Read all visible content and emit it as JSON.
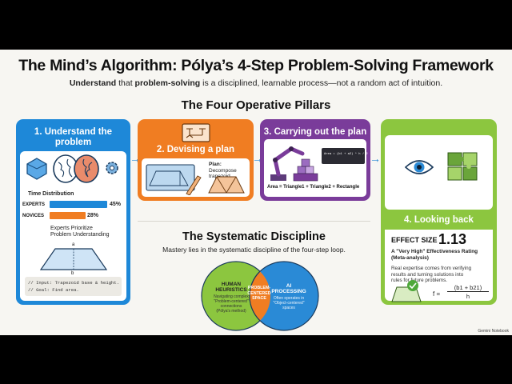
{
  "header": {
    "title": "The Mind’s Algorithm: Pólya’s 4-Step Problem-Solving Framework",
    "subtitle_b1": "Understand",
    "subtitle_t1": " that ",
    "subtitle_b2": "problem-solving",
    "subtitle_t2": " is a disciplined, learnable process—not a random act of intuition.",
    "pillars_heading": "The Four Operative Pillars"
  },
  "step1": {
    "title_line1": "1. Understand the",
    "title_line2": "problem",
    "dist_label": "Time Distribution",
    "experts_label": "EXPERTS",
    "experts_value": "45%",
    "experts_fraction": 0.45,
    "novices_label": "NOVICES",
    "novices_value": "28%",
    "novices_fraction": 0.28,
    "note_line1": "Experts Prioritize",
    "note_line2": "Problem Understanding",
    "label_a": "a",
    "label_b": "b",
    "code_line1": "// Input: Trapezoid base & height.",
    "code_line2": "// Goal: Find area."
  },
  "step2": {
    "title": "2. Devising a plan",
    "plan_bold": "Plan:",
    "plan_text1": " Decompose",
    "plan_text2": "trapezoid."
  },
  "step3": {
    "title": "3. Carrying out the plan",
    "screen_text": "Area = (b1 + a2) * h / 2",
    "formula": "Area = Triangle1 + Triangle2 + Rectangle"
  },
  "step4": {
    "title": "4. Looking back",
    "effect_label": "EFFECT SIZE",
    "effect_value": "1.13",
    "rating_line1": "A \"Very High\" Effectiveness Rating",
    "rating_line2": "(Meta-analysis)",
    "desc_line1": "Real expertise comes from verifying",
    "desc_line2": "results and turning solutions into",
    "desc_line3": "rules for future problems.",
    "formula_lhs": "f =",
    "formula_num": "(b1 + b21)",
    "formula_den": "h"
  },
  "discipline": {
    "title": "The Systematic Discipline",
    "subtitle": "Mastery lies in the systematic discipline of the four-step loop.",
    "left_title1": "HUMAN",
    "left_title2": "HEURISTICS",
    "left_desc1": "Navigating complex",
    "left_desc2": "\"Problem-centered\"",
    "left_desc3": "connections",
    "left_desc4": "(Pólya's method)",
    "center1": "PROBLEM-",
    "center2": "CENTERED",
    "center3": "SPACE",
    "right_title1": "AI",
    "right_title2": "PROCESSING",
    "right_desc1": "Often operates in",
    "right_desc2": "\"Object-centered\"",
    "right_desc3": "spaces",
    "green": "#8cc63f",
    "blue": "#2a8ad6",
    "orange": "#f07d22"
  },
  "footer": {
    "badge": "Gemini Notebook"
  },
  "colors": {
    "step1": "#1e88d8",
    "step2": "#f07d22",
    "step3": "#7a3c9a",
    "step4": "#8cc63f"
  }
}
